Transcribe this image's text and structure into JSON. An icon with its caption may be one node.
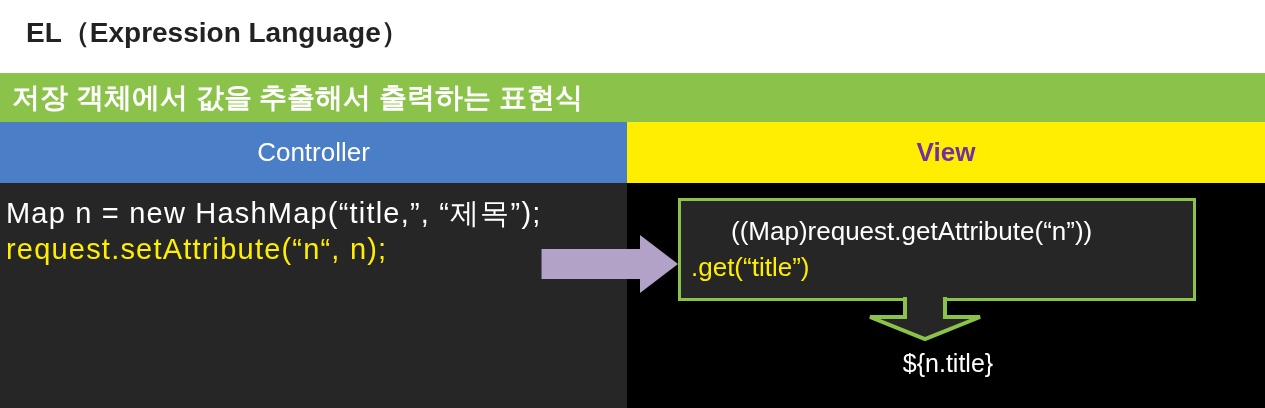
{
  "diagram": {
    "title": "EL（Expression Language）",
    "nodes": [
      {
        "text": [
          "저장 객체에서 값을 추출해서 출력하는 표현식"
        ]
      },
      {
        "text": [
          "Controller"
        ]
      },
      {
        "text": [
          "View"
        ]
      },
      {
        "text": [
          "Map n = new HashMap(“title,”, “제목”);",
          "request.setAttribute(“n“, n);"
        ]
      },
      {
        "text": [
          "((Map)request.getAttribute(“n”))",
          ".get(“title”)"
        ]
      },
      {
        "text": [
          "${n.title}"
        ]
      }
    ],
    "edges": [
      {
        "from": 3,
        "to": 4,
        "arrow": "to",
        "color": "#b3a2c7"
      },
      {
        "from": 4,
        "to": 5,
        "arrow": "to",
        "color": "#8bc34a"
      }
    ]
  }
}
